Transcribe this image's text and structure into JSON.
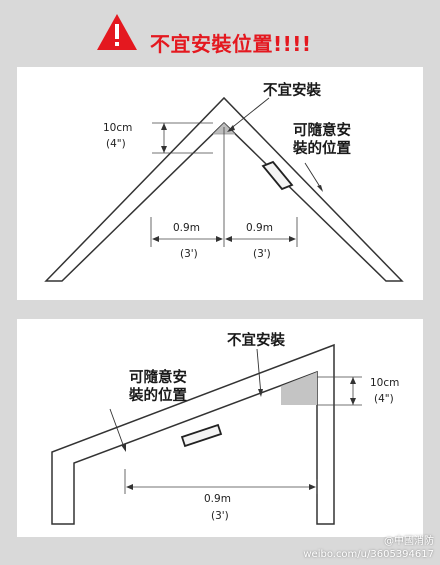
{
  "header": {
    "title": "不宜安裝位置!!!!",
    "icon": "warning-triangle-icon",
    "accent_color": "#e4181f"
  },
  "diagram1": {
    "label_not_suitable": "不宜安裝",
    "label_ok_line1": "可隨意安",
    "label_ok_line2": "裝的位置",
    "dim_vertical": "10cm",
    "dim_vertical_imperial": "(4\")",
    "dim_left": "0.9m",
    "dim_left_imperial": "(3')",
    "dim_right": "0.9m",
    "dim_right_imperial": "(3')"
  },
  "diagram2": {
    "label_not_suitable": "不宜安裝",
    "label_ok_line1": "可隨意安",
    "label_ok_line2": "裝的位置",
    "dim_vertical": "10cm",
    "dim_vertical_imperial": "(4\")",
    "dim_horizontal": "0.9m",
    "dim_horizontal_imperial": "(3')"
  },
  "watermark": {
    "line1": "@中國消防",
    "line2": "weibo.com/u/3605394617"
  }
}
